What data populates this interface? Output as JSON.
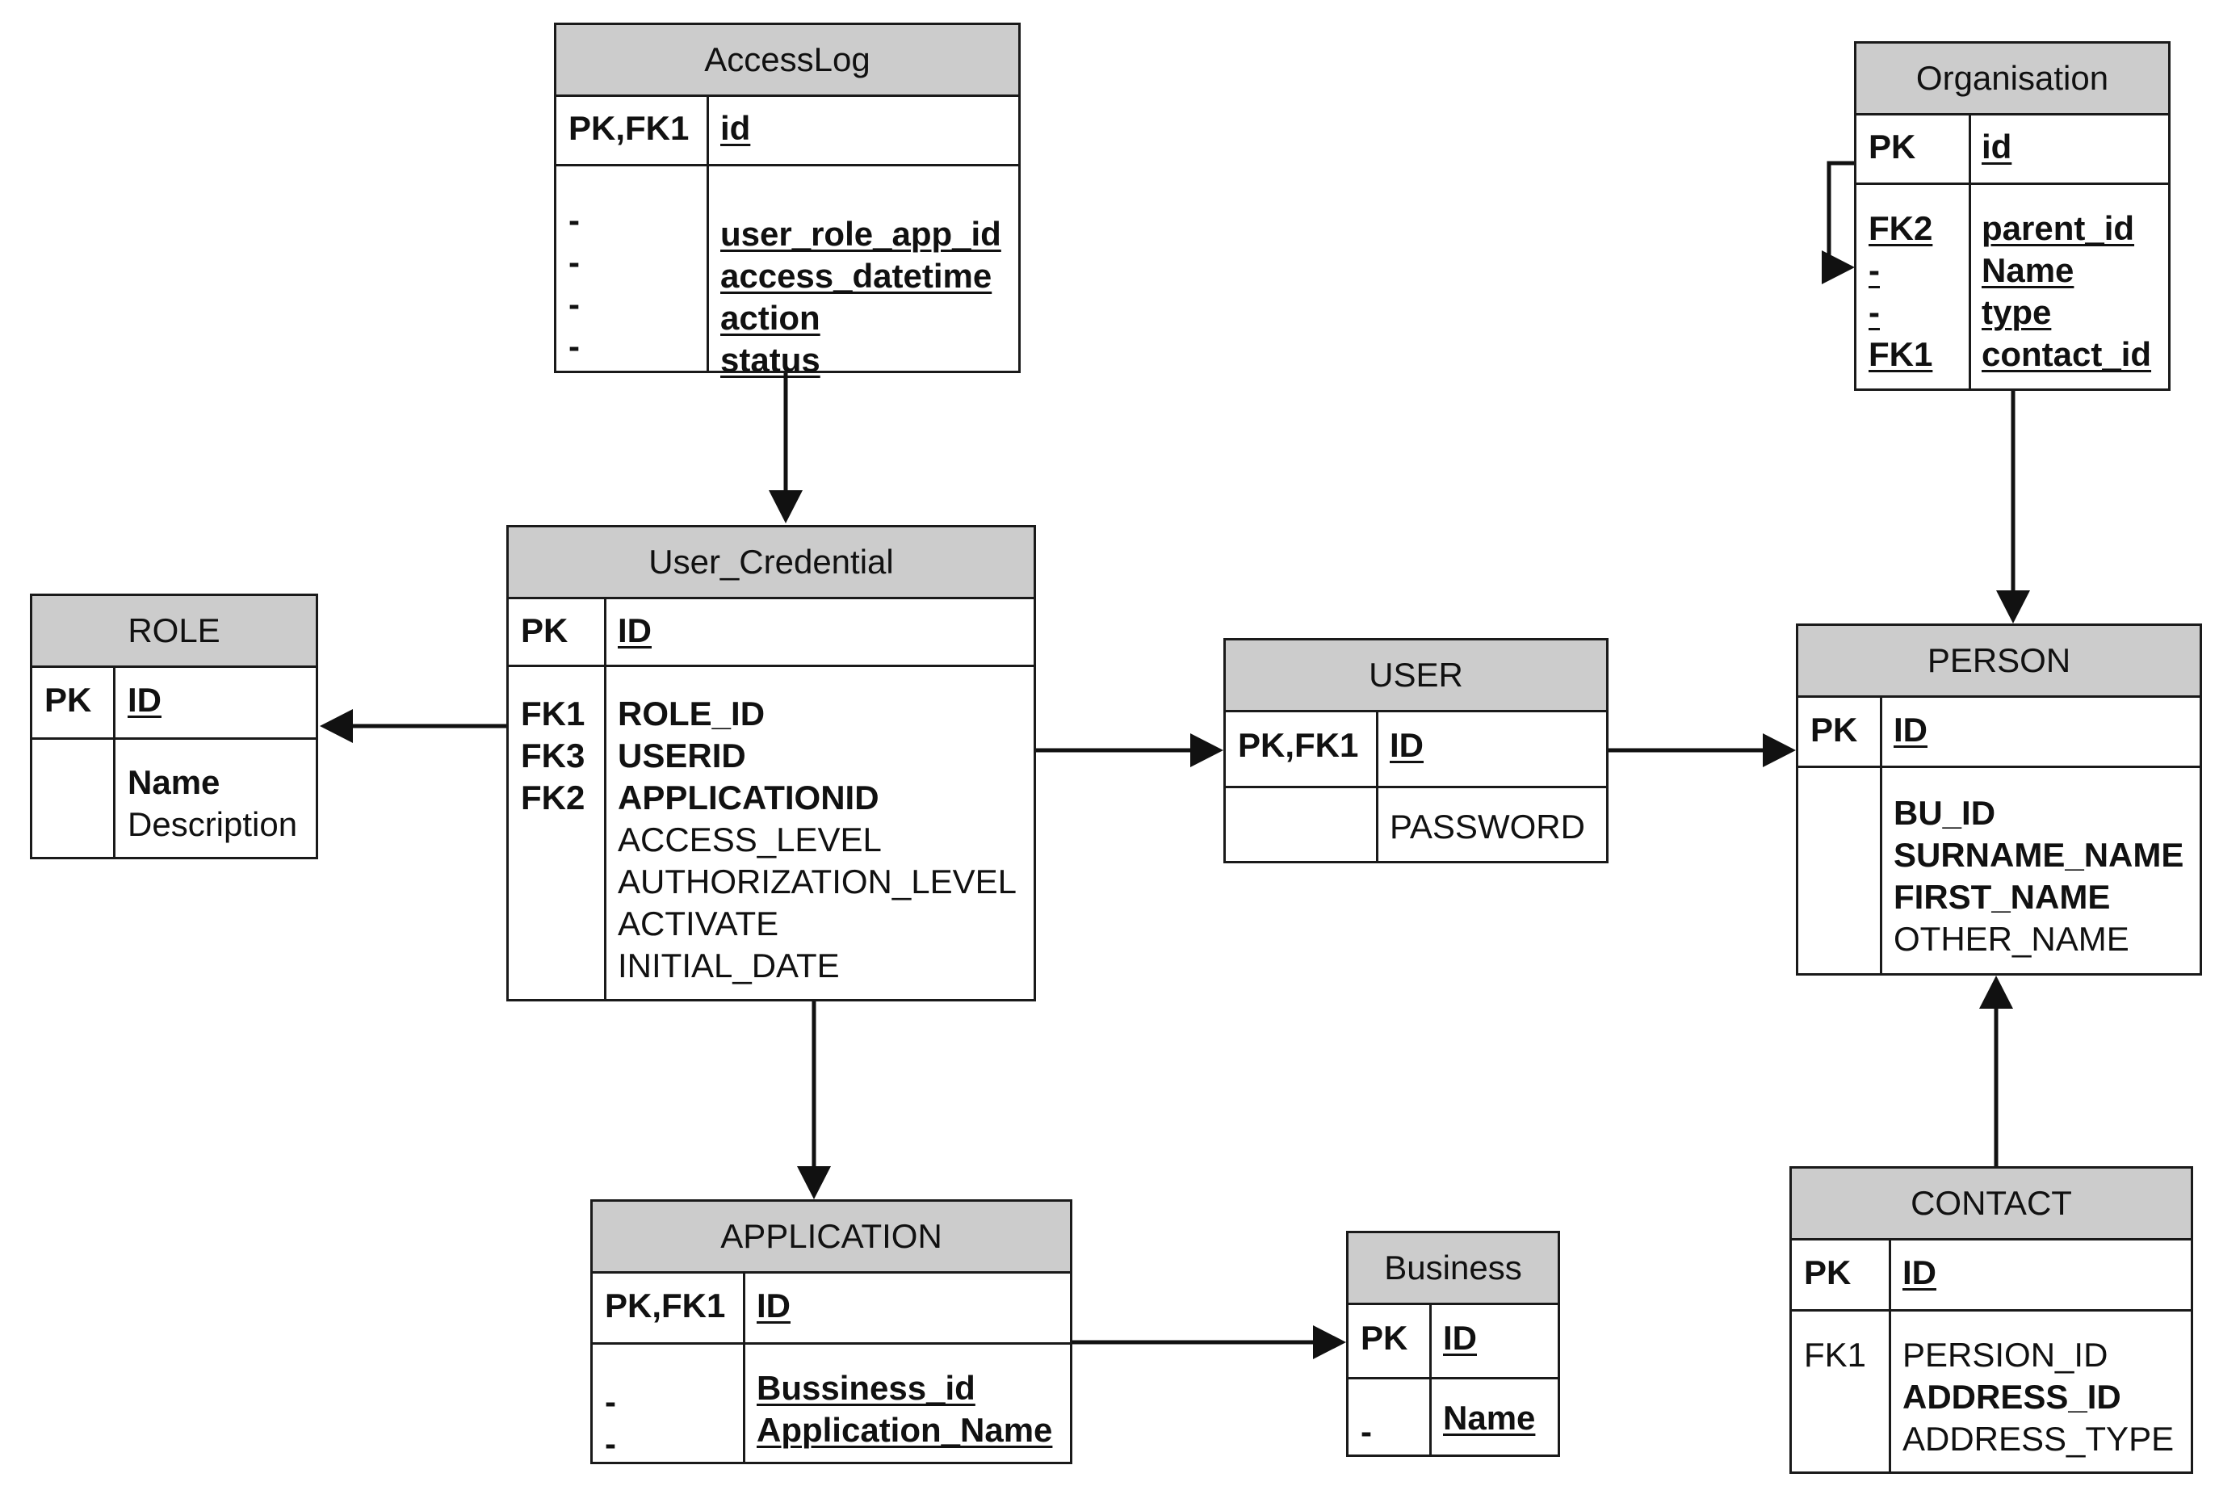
{
  "entities": {
    "accesslog": {
      "title": "AccessLog",
      "pk_key": "PK,FK1",
      "pk_field": "id",
      "keys": [
        "-",
        "-",
        "-",
        "-"
      ],
      "fields": [
        "user_role_app_id",
        "access_datetime",
        "action",
        "status"
      ]
    },
    "organisation": {
      "title": "Organisation",
      "pk_key": "PK",
      "pk_field": "id",
      "keys": [
        "FK2",
        "-",
        "-",
        "FK1"
      ],
      "fields": [
        "parent_id",
        "Name",
        "type",
        "contact_id"
      ]
    },
    "user_credential": {
      "title": "User_Credential",
      "pk_key": "PK",
      "pk_field": "ID",
      "keys": [
        "FK1",
        "FK3",
        "FK2"
      ],
      "fields": [
        "ROLE_ID",
        "USERID",
        "APPLICATIONID",
        "ACCESS_LEVEL",
        "AUTHORIZATION_LEVEL",
        "ACTIVATE",
        "INITIAL_DATE"
      ]
    },
    "role": {
      "title": "ROLE",
      "pk_key": "PK",
      "pk_field": "ID",
      "fields": [
        "Name",
        "Description"
      ]
    },
    "user": {
      "title": "USER",
      "pk_key": "PK,FK1",
      "pk_field": "ID",
      "fields": [
        "PASSWORD"
      ]
    },
    "person": {
      "title": "PERSON",
      "pk_key": "PK",
      "pk_field": "ID",
      "fields": [
        "BU_ID",
        "SURNAME_NAME",
        "FIRST_NAME",
        "OTHER_NAME"
      ]
    },
    "application": {
      "title": "APPLICATION",
      "pk_key": "PK,FK1",
      "pk_field": "ID",
      "keys": [
        "-",
        "-"
      ],
      "fields": [
        "Bussiness_id",
        "Application_Name"
      ]
    },
    "business": {
      "title": "Business",
      "pk_key": "PK",
      "pk_field": "ID",
      "keys": [
        "-"
      ],
      "fields": [
        "Name"
      ]
    },
    "contact": {
      "title": "CONTACT",
      "pk_key": "PK",
      "pk_field": "ID",
      "keys": [
        "FK1"
      ],
      "fields": [
        "PERSION_ID",
        "ADDRESS_ID",
        "ADDRESS_TYPE"
      ]
    }
  },
  "colors": {
    "header_fill": "#cccccc",
    "border": "#1a1a1a",
    "text": "#111111",
    "background": "#ffffff"
  }
}
